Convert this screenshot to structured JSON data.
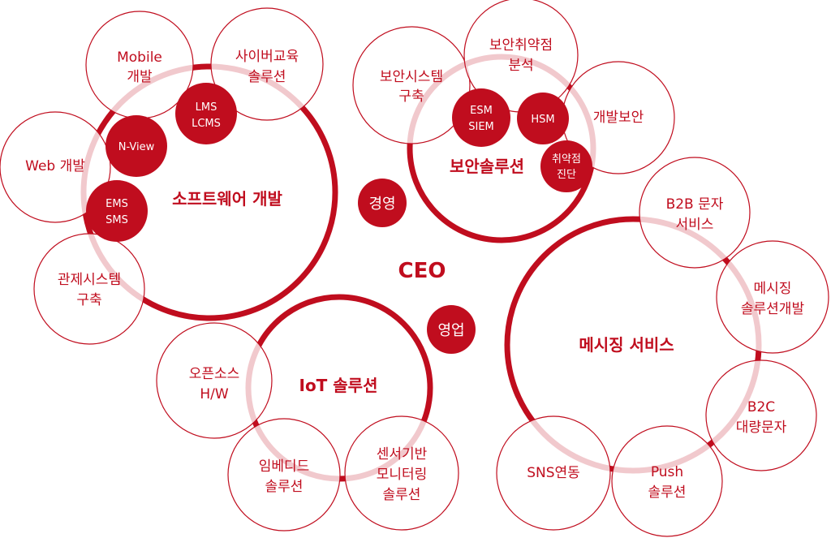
{
  "colors": {
    "brand_red": "#c00d1e",
    "ring_red": "#c00d1e",
    "node_stroke": "#c00d1e",
    "node_fill": "rgba(255,255,255,0.78)"
  },
  "center": {
    "label": "CEO"
  },
  "departments": [
    {
      "id": "management",
      "label": "경영"
    },
    {
      "id": "sales",
      "label": "영업"
    }
  ],
  "groups": [
    {
      "id": "software",
      "label": "소프트웨어 개발",
      "nodes": [
        {
          "lines": [
            "Mobile",
            "개발"
          ]
        },
        {
          "lines": [
            "사이버교육",
            "솔루션"
          ]
        },
        {
          "lines": [
            "Web 개발"
          ]
        },
        {
          "lines": [
            "관제시스템",
            "구축"
          ]
        }
      ],
      "badges": [
        {
          "lines": [
            "LMS",
            "LCMS"
          ]
        },
        {
          "lines": [
            "N-View"
          ]
        },
        {
          "lines": [
            "EMS",
            "SMS"
          ]
        }
      ]
    },
    {
      "id": "security",
      "label": "보안솔루션",
      "nodes": [
        {
          "lines": [
            "보안시스템",
            "구축"
          ]
        },
        {
          "lines": [
            "보안취약점",
            "분석"
          ]
        },
        {
          "lines": [
            "개발보안"
          ]
        }
      ],
      "badges": [
        {
          "lines": [
            "ESM",
            "SIEM"
          ]
        },
        {
          "lines": [
            "HSM"
          ]
        },
        {
          "lines": [
            "취약점",
            "진단"
          ]
        }
      ]
    },
    {
      "id": "iot",
      "label": "IoT 솔루션",
      "nodes": [
        {
          "lines": [
            "오픈소스",
            "H/W"
          ]
        },
        {
          "lines": [
            "임베디드",
            "솔루션"
          ]
        },
        {
          "lines": [
            "센서기반",
            "모니터링",
            "솔루션"
          ]
        }
      ],
      "badges": []
    },
    {
      "id": "messaging",
      "label": "메시징 서비스",
      "nodes": [
        {
          "lines": [
            "B2B 문자",
            "서비스"
          ]
        },
        {
          "lines": [
            "메시징",
            "솔루션개발"
          ]
        },
        {
          "lines": [
            "B2C",
            "대량문자"
          ]
        },
        {
          "lines": [
            "Push",
            "솔루션"
          ]
        },
        {
          "lines": [
            "SNS연동"
          ]
        }
      ],
      "badges": []
    }
  ]
}
